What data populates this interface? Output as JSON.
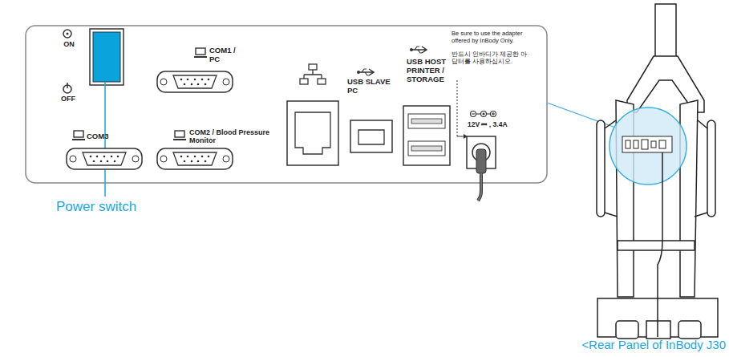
{
  "diagram": {
    "caption": "<Rear Panel of InBody J30",
    "labels": [
      "ON",
      "OFF",
      "COM1 / PC",
      "COM3",
      "COM2 / Blood Pressure Monitor",
      "USB SLAVE PC",
      "USB HOST PRINTER / STORAGE",
      "Be sure to use the adapter offered by InBody Only.",
      "반드시 인바디가 제공한 아답터를 사용하십시오.",
      "12V ⎓ , 3.4A",
      "Power switch"
    ]
  }
}
